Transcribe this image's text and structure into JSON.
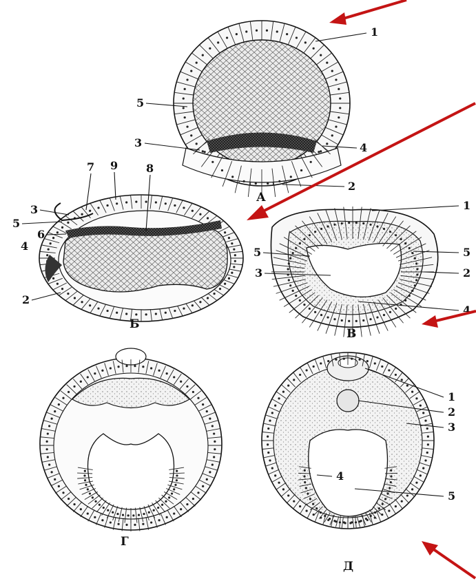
{
  "panels": {
    "A": {
      "letter": "А",
      "numbers": {
        "n1": "1",
        "n2": "2",
        "n3": "3",
        "n4": "4",
        "n5": "5"
      }
    },
    "B": {
      "letter": "Б",
      "numbers": {
        "n2": "2",
        "n3": "3",
        "n4": "4",
        "n5": "5",
        "n6": "6",
        "n7": "7",
        "n8": "8",
        "n9": "9"
      }
    },
    "V": {
      "letter": "В",
      "numbers": {
        "n1": "1",
        "n2": "2",
        "n3": "3",
        "n4": "4",
        "n5a": "5",
        "n5b": "5"
      }
    },
    "G": {
      "letter": "Г"
    },
    "D": {
      "letter": "Д",
      "numbers": {
        "n1": "1",
        "n2": "2",
        "n3": "3",
        "n4": "4",
        "n5": "5"
      }
    }
  },
  "colors": {
    "arrow": "#c41414",
    "ink": "#111111",
    "cell_fill": "#f6f6f6",
    "yolk_fill": "#e9e9e9"
  }
}
